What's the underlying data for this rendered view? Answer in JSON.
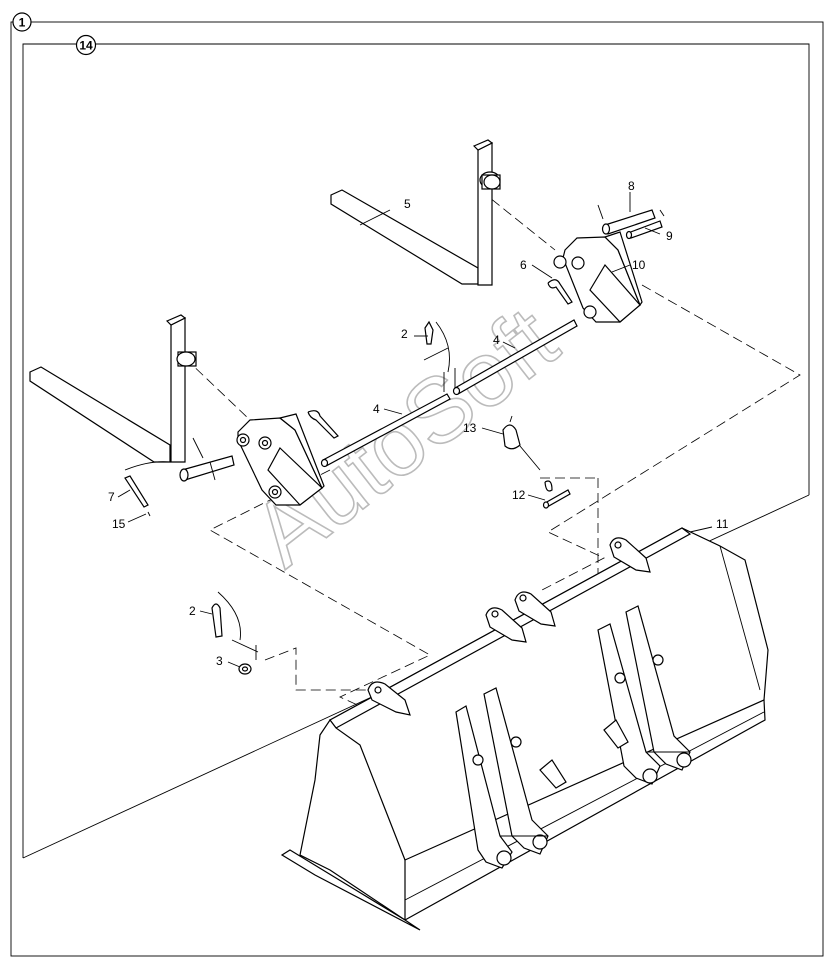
{
  "frames": {
    "outer_label": "1",
    "inner_label": "14"
  },
  "watermark": "AutoSoft",
  "callouts": [
    {
      "id": "c2a",
      "text": "2"
    },
    {
      "id": "c2b",
      "text": "2"
    },
    {
      "id": "c3",
      "text": "3"
    },
    {
      "id": "c4a",
      "text": "4"
    },
    {
      "id": "c4b",
      "text": "4"
    },
    {
      "id": "c5",
      "text": "5"
    },
    {
      "id": "c6",
      "text": "6"
    },
    {
      "id": "c7",
      "text": "7"
    },
    {
      "id": "c8",
      "text": "8"
    },
    {
      "id": "c9",
      "text": "9"
    },
    {
      "id": "c10",
      "text": "10"
    },
    {
      "id": "c11",
      "text": "11"
    },
    {
      "id": "c12",
      "text": "12"
    },
    {
      "id": "c13",
      "text": "13"
    },
    {
      "id": "c15",
      "text": "15"
    }
  ]
}
